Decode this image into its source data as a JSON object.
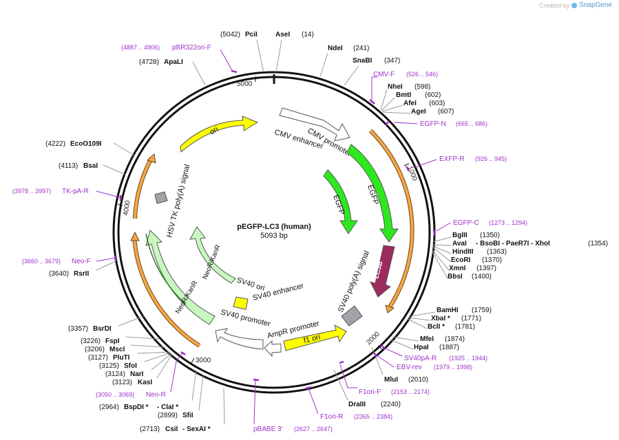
{
  "credit": {
    "prefix": "Created by",
    "brand": "SnapGene"
  },
  "plasmid": {
    "name": "pEGFP-LC3 (human)",
    "size_label": "5093 bp"
  },
  "ruler": [
    "5000",
    "1000",
    "2000",
    "3000",
    "4000"
  ],
  "colors": {
    "cut_site": "#000000",
    "primer": "#9c31c9",
    "orf_fill": "#f7a545",
    "feature_outline": "#555555",
    "egfp": "#2ee81f",
    "lc3b": "#9e2b5d",
    "origin": "#ffff00",
    "resistance": "#c8f7c0",
    "polyA": "#a0a3a8"
  },
  "sites": [
    {
      "pos": "(5042)",
      "name": "PciI",
      "suffix": ""
    },
    {
      "pos": "(14)",
      "name": "AseI",
      "suffix": ""
    },
    {
      "pos": "(241)",
      "name": "NdeI",
      "suffix": ""
    },
    {
      "pos": "(347)",
      "name": "SnaBI",
      "suffix": ""
    },
    {
      "pos": "(598)",
      "name": "NheI",
      "suffix": ""
    },
    {
      "pos": "(602)",
      "name": "BmtI",
      "suffix": ""
    },
    {
      "pos": "(603)",
      "name": "AfeI",
      "suffix": ""
    },
    {
      "pos": "(607)",
      "name": "AgeI",
      "suffix": ""
    },
    {
      "pos": "(1350)",
      "name": "BglII",
      "suffix": ""
    },
    {
      "pos": "(1354)",
      "name": "AvaI",
      "suffix": "- BsoBI  - PaeR7I  - XhoI"
    },
    {
      "pos": "(1363)",
      "name": "HindIII",
      "suffix": ""
    },
    {
      "pos": "(1370)",
      "name": "EcoRI",
      "suffix": ""
    },
    {
      "pos": "(1397)",
      "name": "XmnI",
      "suffix": ""
    },
    {
      "pos": "(1400)",
      "name": "BbsI",
      "suffix": ""
    },
    {
      "pos": "(1759)",
      "name": "BamHI",
      "suffix": ""
    },
    {
      "pos": "(1771)",
      "name": "XbaI *",
      "suffix": ""
    },
    {
      "pos": "(1781)",
      "name": "BclI *",
      "suffix": ""
    },
    {
      "pos": "(1874)",
      "name": "MfeI",
      "suffix": ""
    },
    {
      "pos": "(1887)",
      "name": "HpaI",
      "suffix": ""
    },
    {
      "pos": "(2010)",
      "name": "MluI",
      "suffix": ""
    },
    {
      "pos": "(2240)",
      "name": "DraIII",
      "suffix": ""
    },
    {
      "pos": "(2713)",
      "name": "CsiI",
      "suffix": "- SexAI *"
    },
    {
      "pos": "(2899)",
      "name": "SfiI",
      "suffix": ""
    },
    {
      "pos": "(2964)",
      "name": "BspDI *",
      "suffix": "- ClaI *"
    },
    {
      "pos": "(3123)",
      "name": "KasI",
      "suffix": ""
    },
    {
      "pos": "(3124)",
      "name": "NarI",
      "suffix": ""
    },
    {
      "pos": "(3125)",
      "name": "SfoI",
      "suffix": ""
    },
    {
      "pos": "(3127)",
      "name": "PluTI",
      "suffix": ""
    },
    {
      "pos": "(3206)",
      "name": "MscI",
      "suffix": ""
    },
    {
      "pos": "(3226)",
      "name": "FspI",
      "suffix": ""
    },
    {
      "pos": "(3357)",
      "name": "BsrDI",
      "suffix": ""
    },
    {
      "pos": "(3640)",
      "name": "RsrII",
      "suffix": ""
    },
    {
      "pos": "(4113)",
      "name": "BsaI",
      "suffix": ""
    },
    {
      "pos": "(4222)",
      "name": "EcoO109I",
      "suffix": ""
    },
    {
      "pos": "(4728)",
      "name": "ApaLI",
      "suffix": ""
    }
  ],
  "primers": [
    {
      "range": "(4887 .. 4906)",
      "name": "pBR322ori-F"
    },
    {
      "range": "(526 .. 546)",
      "name": "CMV-F"
    },
    {
      "range": "(665 .. 686)",
      "name": "EGFP-N"
    },
    {
      "range": "(926 .. 945)",
      "name": "EXFP-R"
    },
    {
      "range": "(1273 .. 1294)",
      "name": "EGFP-C"
    },
    {
      "range": "(1925 .. 1944)",
      "name": "SV40pA-R"
    },
    {
      "range": "(1979 .. 1998)",
      "name": "EBV-rev"
    },
    {
      "range": "(2153 .. 2174)",
      "name": "F1ori-F"
    },
    {
      "range": "(2365 .. 2384)",
      "name": "F1ori-R"
    },
    {
      "range": "(2627 .. 2647)",
      "name": "pBABE 3'"
    },
    {
      "range": "(3050 .. 3069)",
      "name": "Neo-R"
    },
    {
      "range": "(3660 .. 3679)",
      "name": "Neo-F"
    },
    {
      "range": "(3978 .. 3997)",
      "name": "TK-pA-R"
    }
  ],
  "features": {
    "cmv_enhancer": "CMV enhancer",
    "cmv_promoter": "CMV promoter",
    "egfp_outer": "EGFP",
    "egfp_inner": "EGFP",
    "lc3b": "LC3B",
    "sv40_polyA": "SV40 poly(A) signal",
    "f1_ori": "f1 ori",
    "ampr_promoter": "AmpR promoter",
    "sv40_promoter": "SV40 promoter",
    "sv40_enhancer": "SV40 enhancer",
    "sv40_ori": "SV40 ori",
    "neokan_inner": "NeoR/KanR",
    "neokan_outer": "NeoR/KanR",
    "hsv_polyA": "HSV TK poly(A) signal",
    "ori": "ori"
  }
}
